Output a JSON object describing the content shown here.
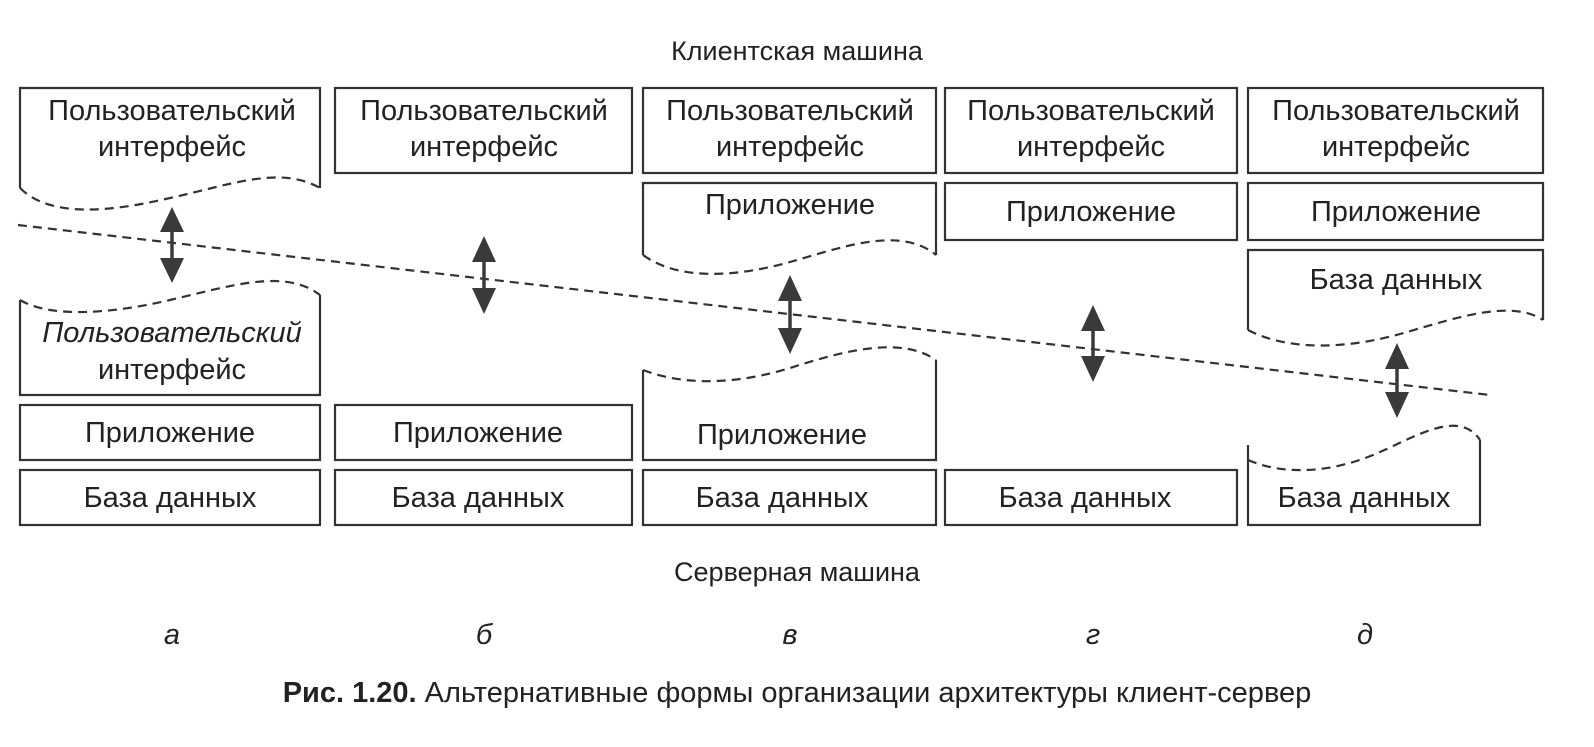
{
  "header": {
    "client": "Клиентская машина",
    "server": "Серверная машина"
  },
  "labels": {
    "ui": [
      "Пользовательский",
      "интерфейс"
    ],
    "app": "Приложение",
    "db": "База данных"
  },
  "columns": [
    "а",
    "б",
    "в",
    "г",
    "д"
  ],
  "caption": {
    "prefix": "Рис. 1.20.",
    "text": " Альтернативные формы организации архитектуры клиент-сервер"
  },
  "colors": {
    "ink": "#222222",
    "background": "#ffffff"
  }
}
